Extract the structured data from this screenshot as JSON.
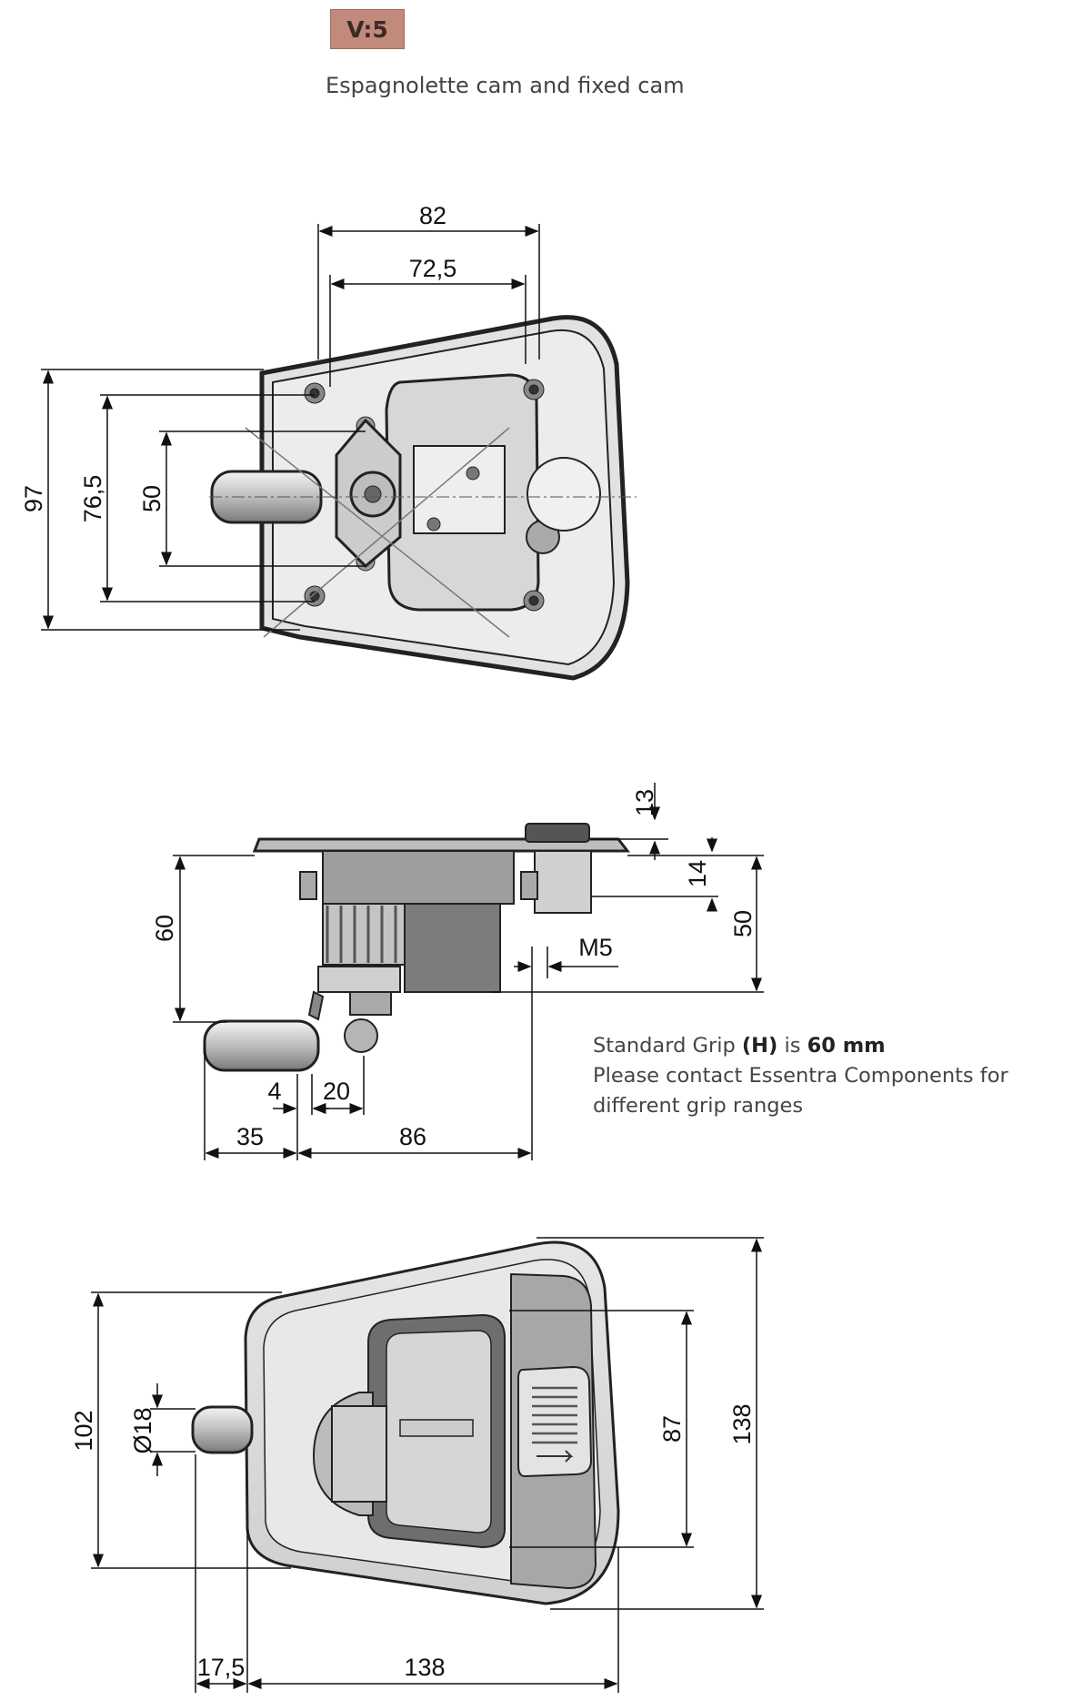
{
  "header": {
    "variant_badge": "V:5",
    "subtitle": "Espagnolette cam and fixed cam"
  },
  "top_view": {
    "dims": {
      "w82": "82",
      "w72_5": "72,5",
      "h97": "97",
      "h76_5": "76,5",
      "h50": "50"
    }
  },
  "side_view": {
    "dims": {
      "d13": "13",
      "d14": "14",
      "m5": "M5",
      "h50": "50",
      "h60": "60",
      "d4": "4",
      "d20": "20",
      "d35": "35",
      "d86": "86"
    },
    "note": {
      "line1_prefix": "Standard Grip ",
      "line1_H": "(H)",
      "line1_mid": " is ",
      "line1_value": "60 mm",
      "line2": "Please contact Essentra Components for",
      "line3": "different grip ranges"
    }
  },
  "front_view": {
    "dims": {
      "dia18": "Ø18",
      "h102": "102",
      "h87": "87",
      "h138": "138",
      "w17_5": "17,5",
      "w138": "138"
    }
  },
  "colors": {
    "badge_fill": "#c28a7a",
    "part_dark": "#555555",
    "part_light": "#d9d9d9"
  }
}
